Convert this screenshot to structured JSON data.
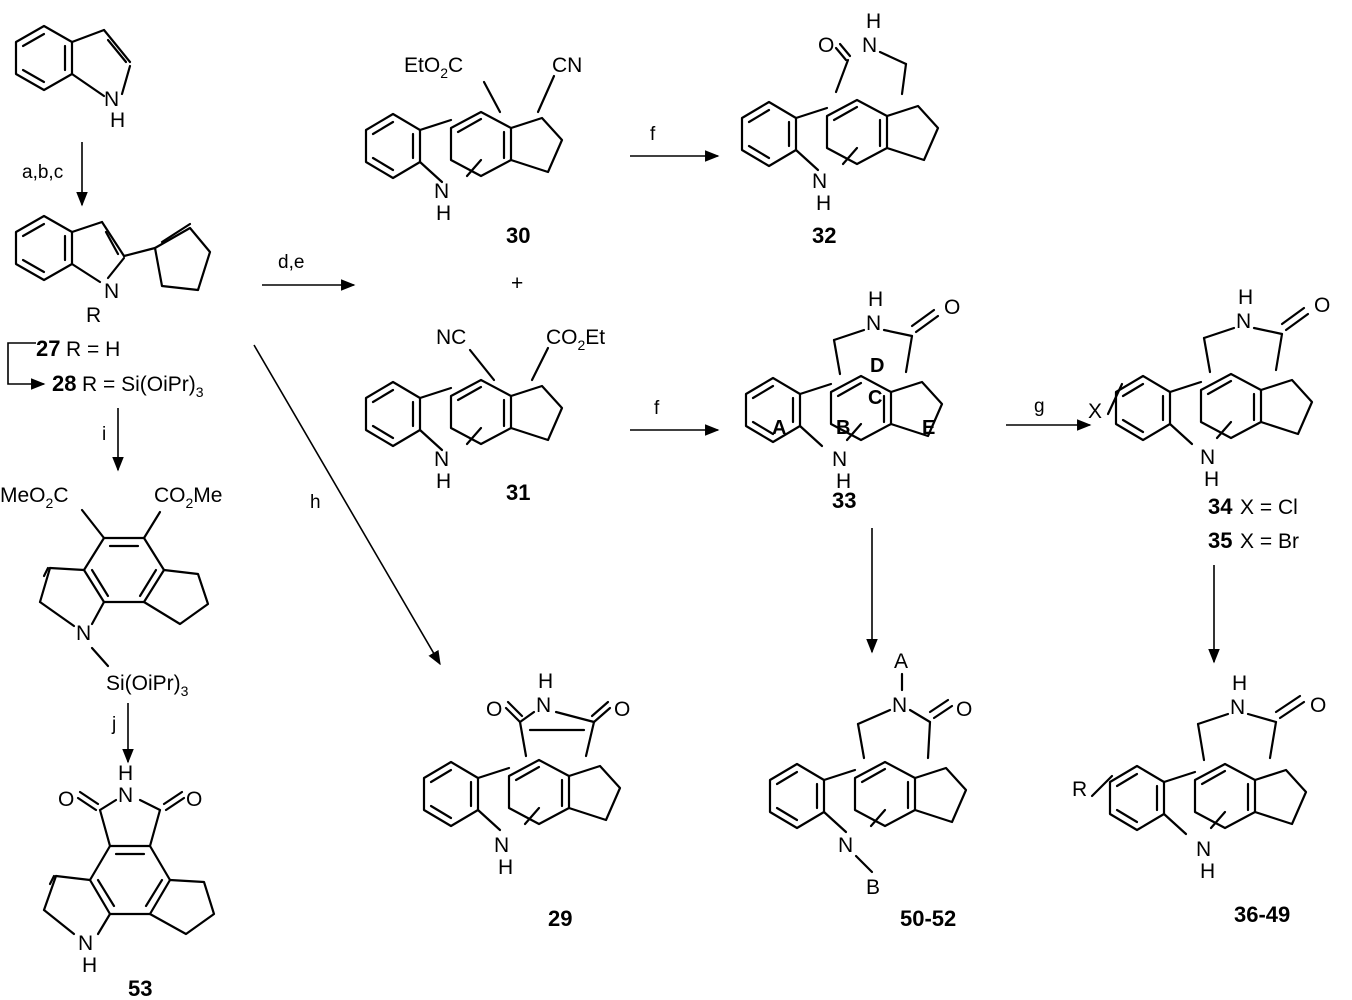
{
  "compounds": {
    "c27": "27",
    "c28": "28",
    "c29": "29",
    "c30": "30",
    "c31": "31",
    "c32": "32",
    "c33": "33",
    "c34": "34",
    "c35": "35",
    "c36_49": "36-49",
    "c50_52": "50-52",
    "c53": "53"
  },
  "substituent_labels": {
    "r27": "R = H",
    "r28_prefix": "R = Si(OiPr)",
    "r28_sub": "3",
    "x34": "X = Cl",
    "x35": "X = Br"
  },
  "reagents": {
    "abc": "a,b,c",
    "de": "d,e",
    "f1": "f",
    "f2": "f",
    "g": "g",
    "h": "h",
    "i": "i",
    "j": "j",
    "plus": "+"
  },
  "ring_labels": {
    "A": "A",
    "B": "B",
    "C": "C",
    "D": "D",
    "E": "E"
  },
  "atom_labels": {
    "H": "H",
    "N": "N",
    "O": "O",
    "X": "X",
    "R": "R",
    "A": "A",
    "B": "B",
    "CN": "CN",
    "NC": "NC",
    "EtO2C_a": "EtO",
    "EtO2C_b": "C",
    "CO2Et_a": "CO",
    "CO2Et_b": "Et",
    "MeO2C_a": "MeO",
    "MeO2C_b": "C",
    "CO2Me_a": "CO",
    "CO2Me_b": "Me",
    "sub2": "2",
    "SiOiPr_a": "Si(OiPr)",
    "SiOiPr_b": "3"
  }
}
